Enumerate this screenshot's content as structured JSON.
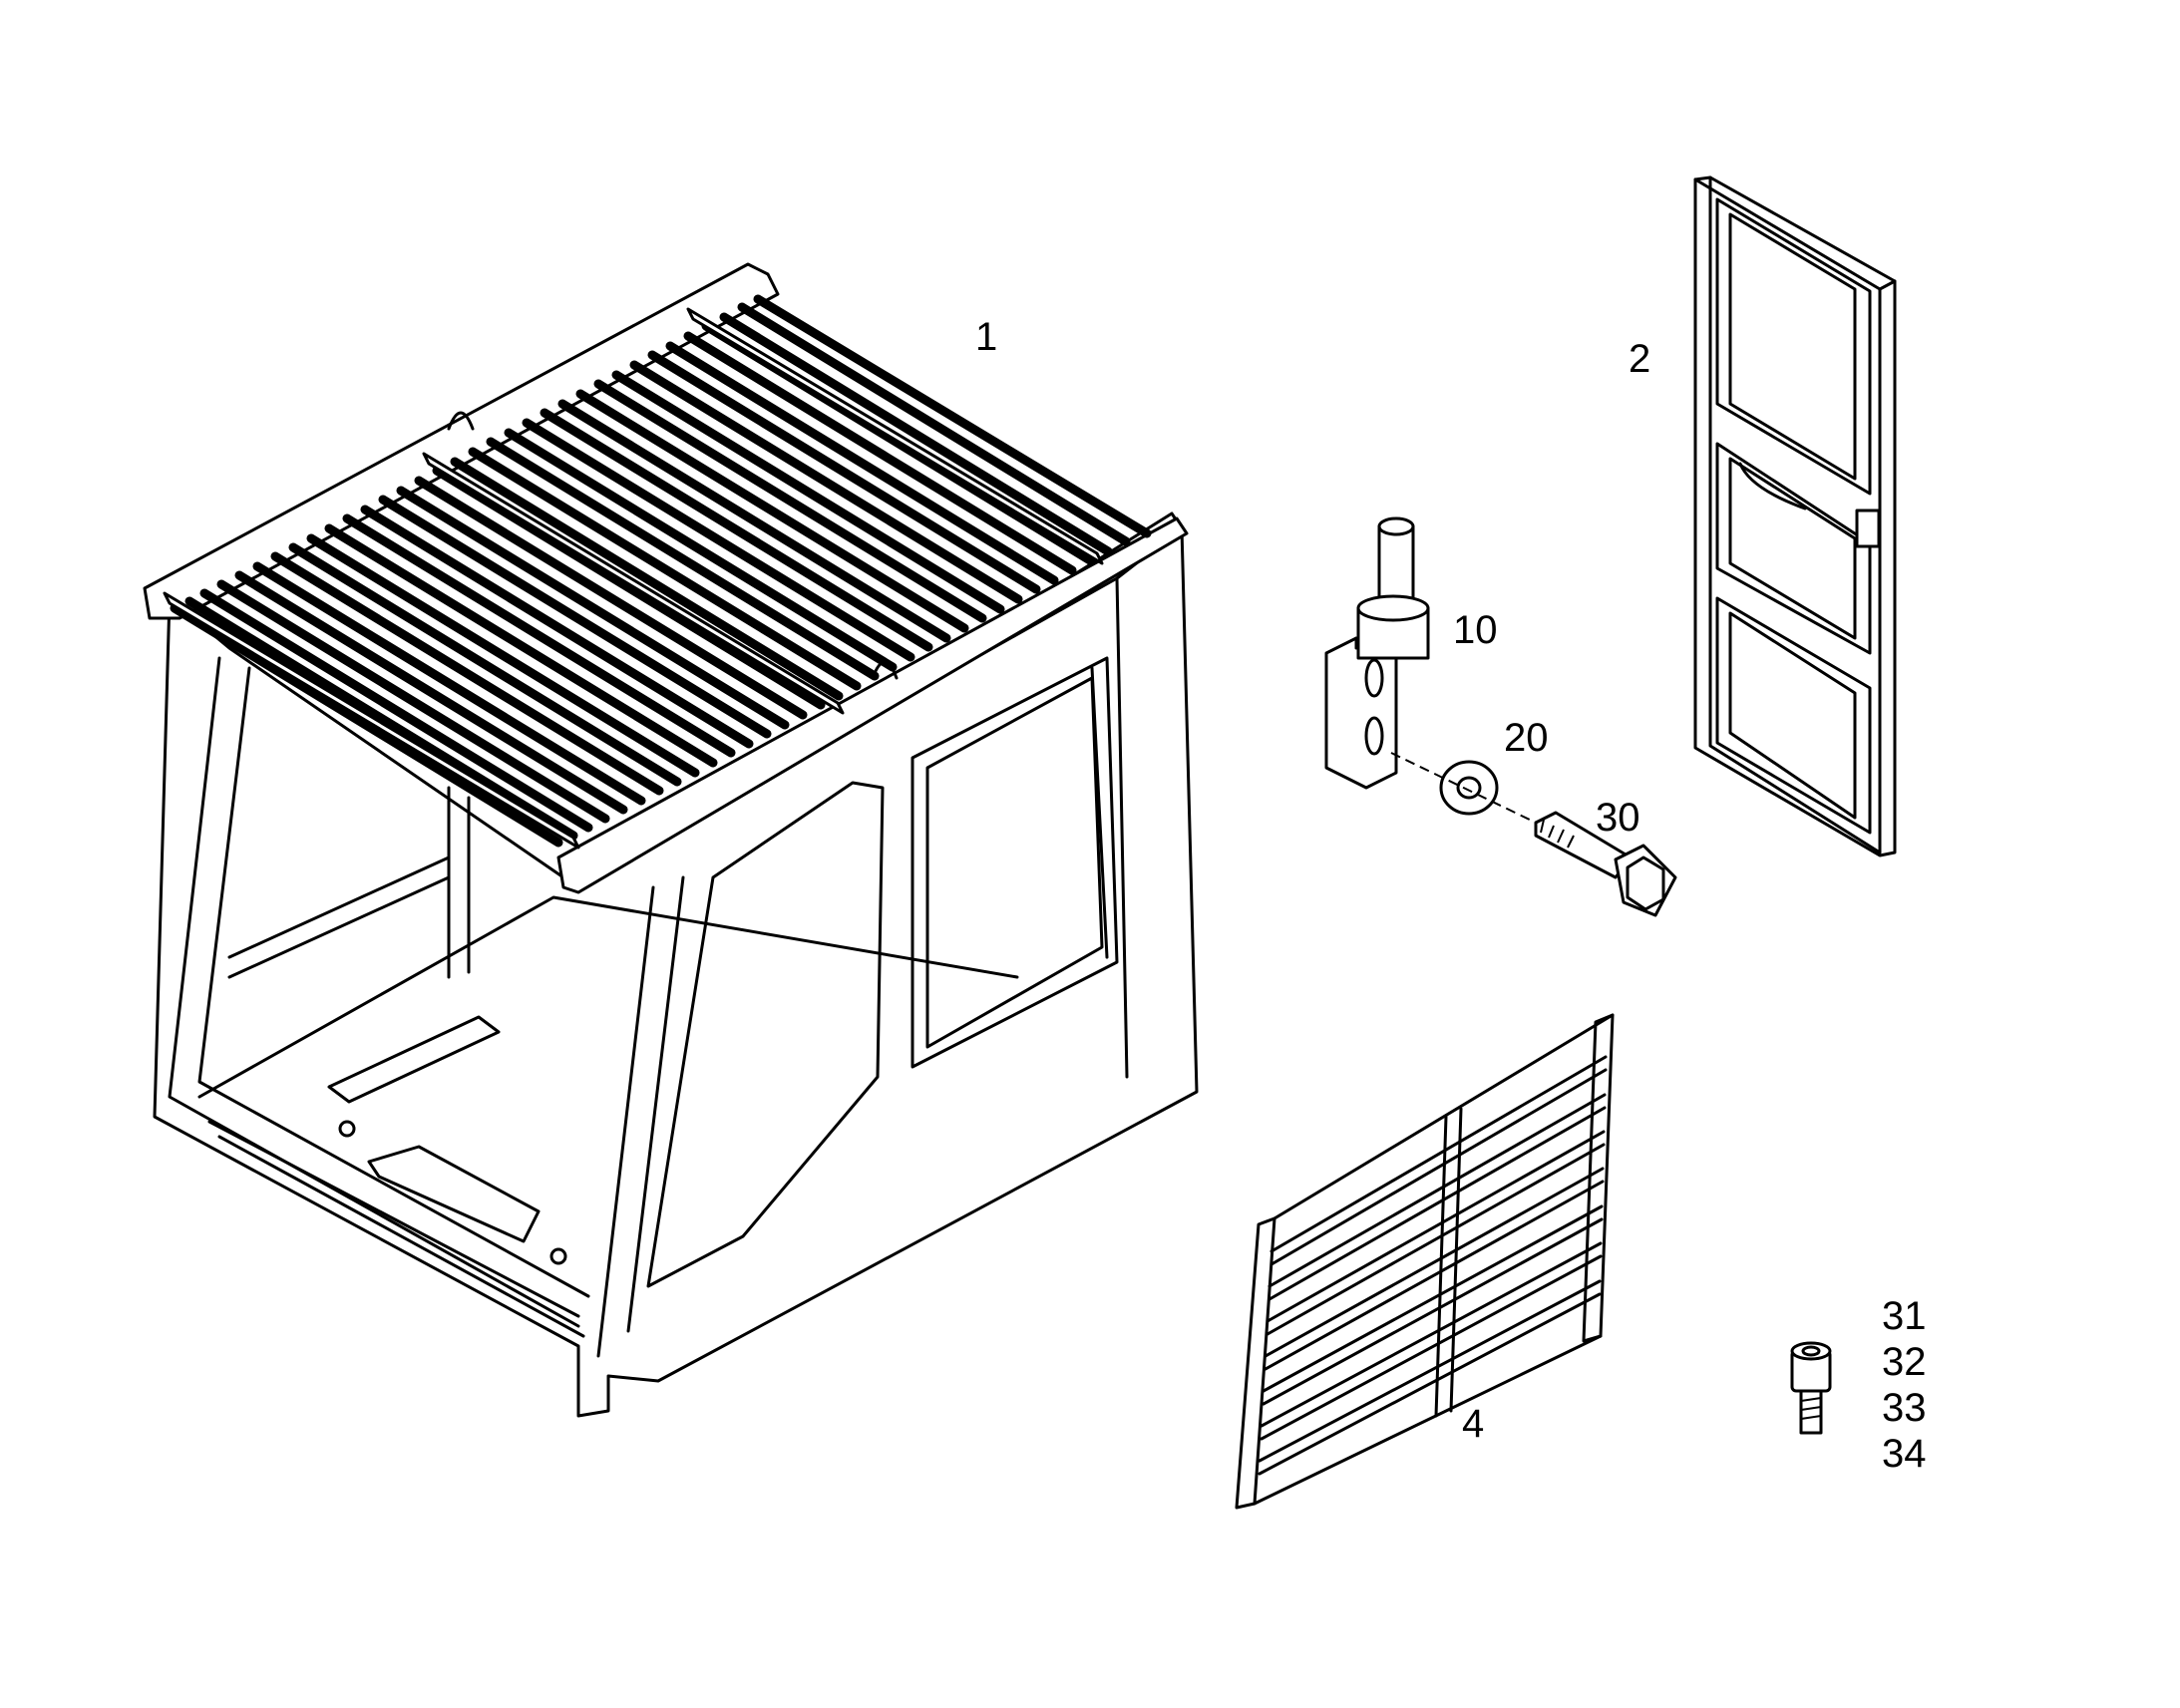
{
  "callouts": {
    "cab": "1",
    "door": "2",
    "grille": "4",
    "hinge_pin": "10",
    "washer": "20",
    "bolt": "30",
    "screw_a": "31",
    "screw_b": "32",
    "screw_c": "33",
    "screw_d": "34"
  },
  "colors": {
    "line": "#000000",
    "background": "#ffffff"
  }
}
